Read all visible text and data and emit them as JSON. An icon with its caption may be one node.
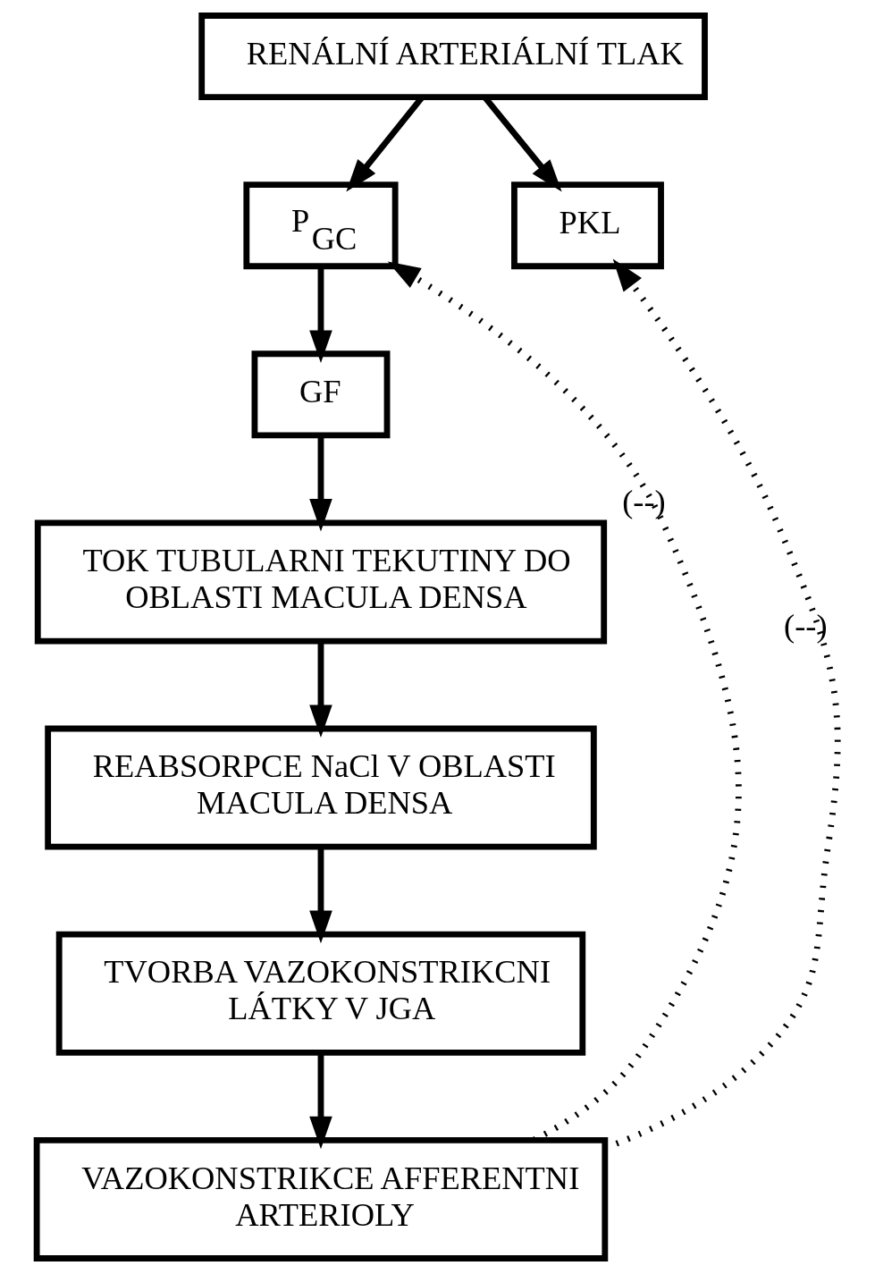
{
  "diagram": {
    "nodes": [
      {
        "text": [
          "RENÁLNÍ ARTERIÁLNÍ TLAK"
        ]
      },
      {
        "text": [
          "P$_{GC}$"
        ]
      },
      {
        "text": [
          "PKL"
        ]
      },
      {
        "text": [
          "GF"
        ]
      },
      {
        "text": [
          "TOK TUBULARNI TEKUTINY DO OBLASTI MACULA DENSA"
        ]
      },
      {
        "text": [
          "REABSORPCE NaCl V OBLASTI MACULA DENSA"
        ]
      },
      {
        "text": [
          "TVORBA VAZOKONSTRIKCNI LÁTKY V JGA"
        ]
      },
      {
        "text": [
          "VAZOKONSTRIKCE AFFERENTNI ARTERIOLY"
        ]
      }
    ],
    "edges": [
      {
        "from": 0,
        "to": 1,
        "arrow": "to"
      },
      {
        "from": 0,
        "to": 2,
        "arrow": "to"
      },
      {
        "from": 1,
        "to": 3,
        "arrow": "to"
      },
      {
        "from": 3,
        "to": 4,
        "arrow": "to"
      },
      {
        "from": 4,
        "to": 5,
        "arrow": "to"
      },
      {
        "from": 5,
        "to": 6,
        "arrow": "to"
      },
      {
        "from": 6,
        "to": 7,
        "arrow": "to"
      },
      {
        "from": 7,
        "to": 1,
        "arrow": "to",
        "label": "(--)",
        "style": "dashed"
      },
      {
        "from": 7,
        "to": 2,
        "arrow": "to",
        "label": "(--)",
        "style": "dashed"
      }
    ]
  }
}
